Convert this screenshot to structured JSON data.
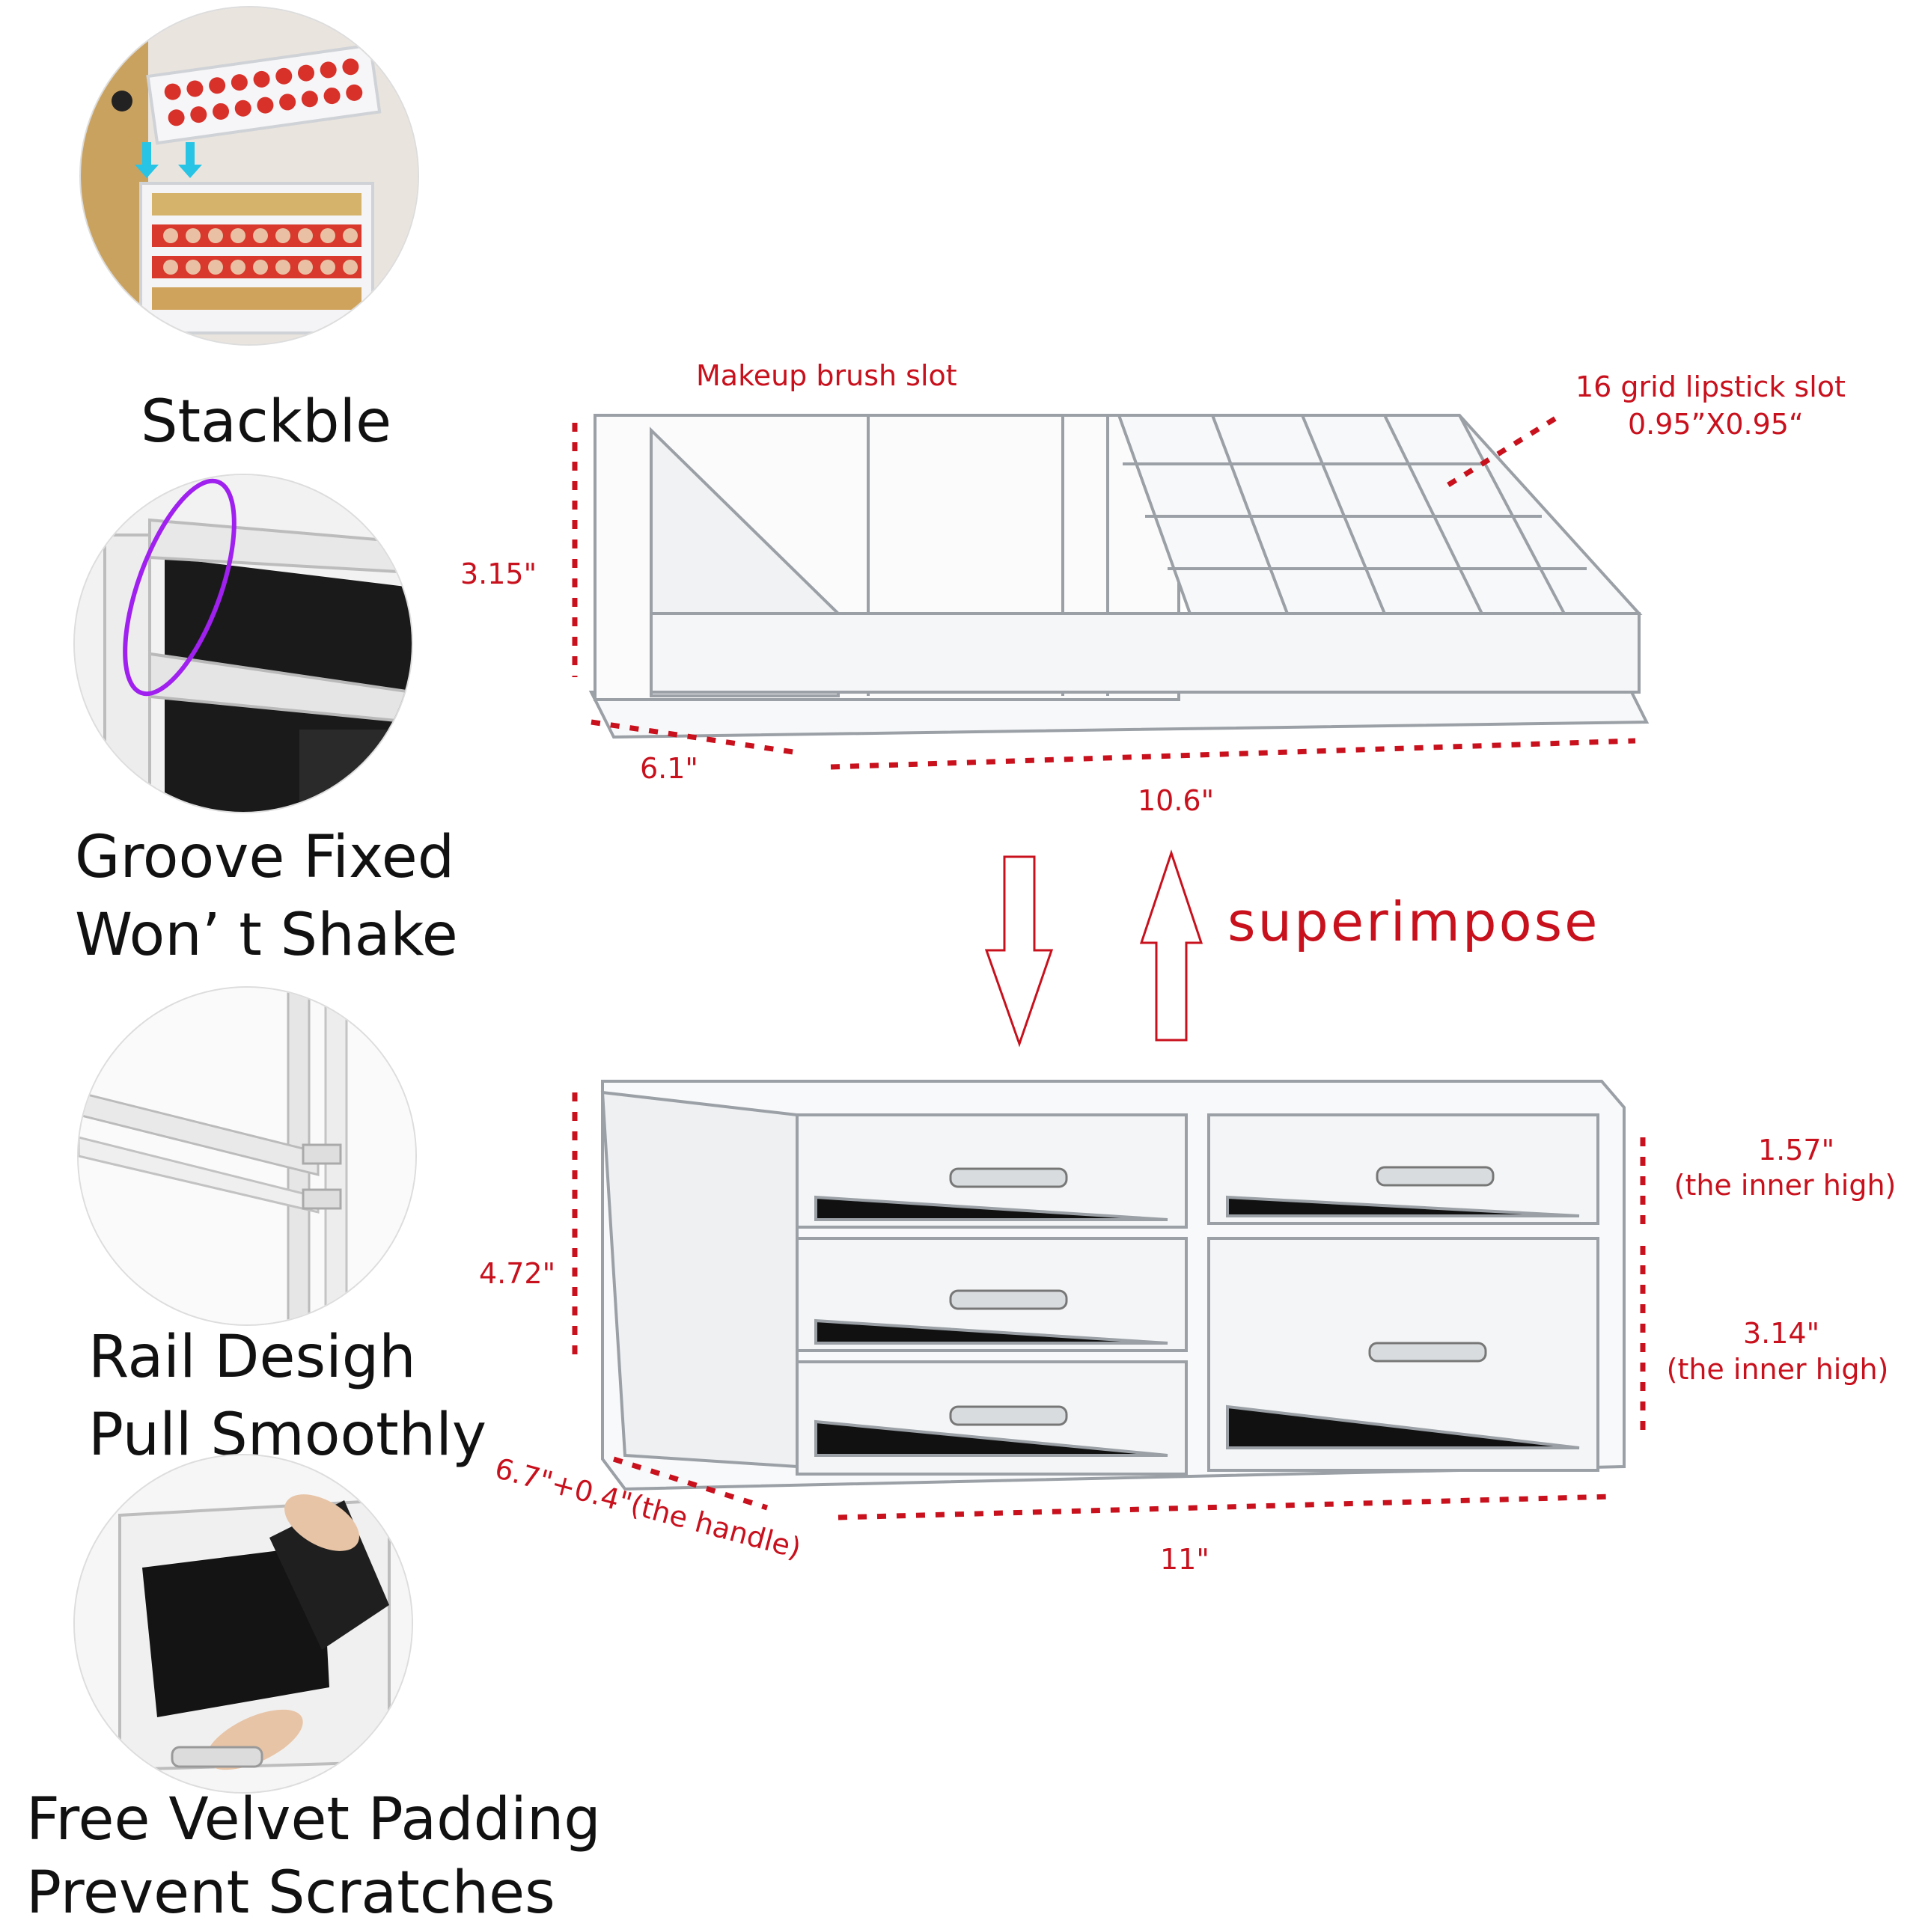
{
  "features": [
    {
      "line1": "Stackble",
      "line2": "",
      "icon": "stacked-lipstick-boxes"
    },
    {
      "line1": "Groove Fixed",
      "line2": "Won’ t Shake",
      "icon": "groove-corner"
    },
    {
      "line1": "Rail Desigh",
      "line2": "Pull Smoothly",
      "icon": "rail-track"
    },
    {
      "line1": "Free Velvet Padding",
      "line2": "Prevent Scratches",
      "icon": "velvet-pad"
    }
  ],
  "top_organizer": {
    "brush_slot_label": "Makeup brush slot",
    "lipstick_slot_label": "16 grid lipstick slot",
    "lipstick_slot_size": "0.95”X0.95“",
    "height": "3.15\"",
    "depth": "6.1\"",
    "width": "10.6\""
  },
  "superimpose_label": "superimpose",
  "bottom_drawers": {
    "height": "4.72\"",
    "small_drawer_height": "1.57\"",
    "small_drawer_note": "(the inner high)",
    "large_drawer_height": "3.14\"",
    "large_drawer_note": "(the inner high)",
    "depth": "6.7\"+0.4\"(the handle)",
    "width": "11\""
  },
  "colors": {
    "dimension": "#c8111d",
    "highlight": "#a020f0",
    "arrow_outline": "#c8111d"
  }
}
